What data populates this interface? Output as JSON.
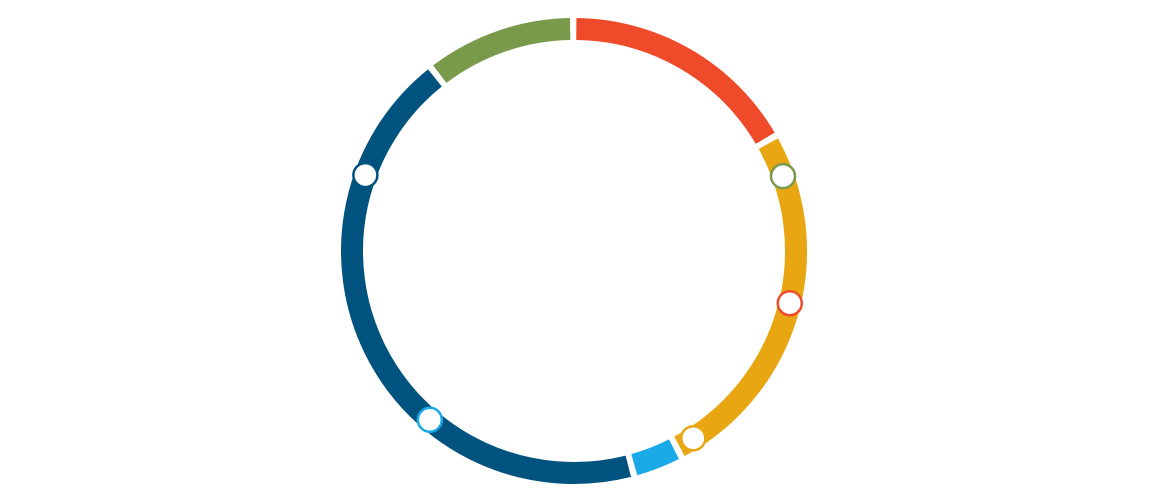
{
  "chart_data": {
    "type": "pie",
    "style": "donut-ring-with-marker-circles",
    "title": "",
    "start_angle_deg": -38,
    "direction": "clockwise",
    "segments": [
      {
        "value": 10.5,
        "color": "#7a9a4b"
      },
      {
        "value": 16.8,
        "color": "#ef4b2a"
      },
      {
        "value": 25.6,
        "color": "#e8a613"
      },
      {
        "value": 3.5,
        "color": "#19a9e6"
      },
      {
        "value": 43.6,
        "color": "#00537f"
      }
    ],
    "marker_angles_deg": [
      {
        "segment": 0,
        "angle": 70.3
      },
      {
        "segment": 1,
        "angle": 103.6
      },
      {
        "segment": 2,
        "angle": 147.5
      },
      {
        "segment": 3,
        "angle": 220.5
      },
      {
        "segment": 4,
        "angle": 290.0
      }
    ],
    "background": "#ffffff"
  }
}
